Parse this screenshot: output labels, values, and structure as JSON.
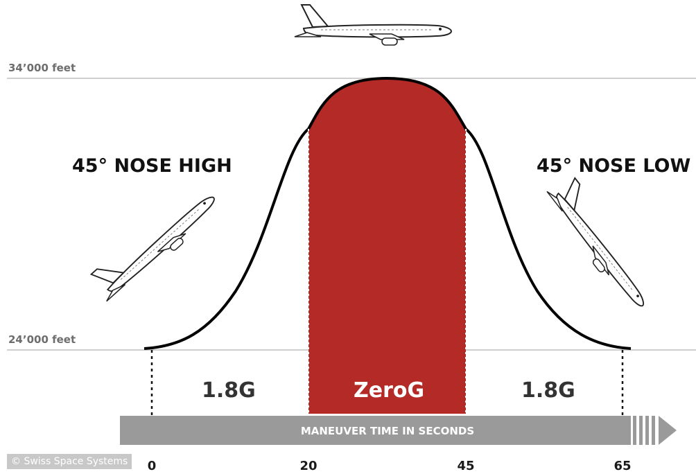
{
  "altitudes": {
    "top": "34’000 feet",
    "bottom": "24’000 feet"
  },
  "attitudes": {
    "left": "45° NOSE HIGH",
    "right": "45° NOSE LOW"
  },
  "phases": [
    {
      "label": "1.8G",
      "from": 0,
      "to": 20
    },
    {
      "label": "ZeroG",
      "from": 20,
      "to": 45
    },
    {
      "label": "1.8G",
      "from": 45,
      "to": 65
    }
  ],
  "time_axis": {
    "label": "MANEUVER TIME IN SECONDS",
    "ticks": [
      "0",
      "20",
      "45",
      "65"
    ]
  },
  "credit": "© Swiss Space Systems",
  "colors": {
    "zero_g": "#b42a27",
    "bar": "#9a9a9a",
    "curve": "#000000",
    "altitude_line": "#cfcfcf"
  },
  "icons": [
    "airplane-level-icon",
    "airplane-climb-icon",
    "airplane-dive-icon"
  ]
}
